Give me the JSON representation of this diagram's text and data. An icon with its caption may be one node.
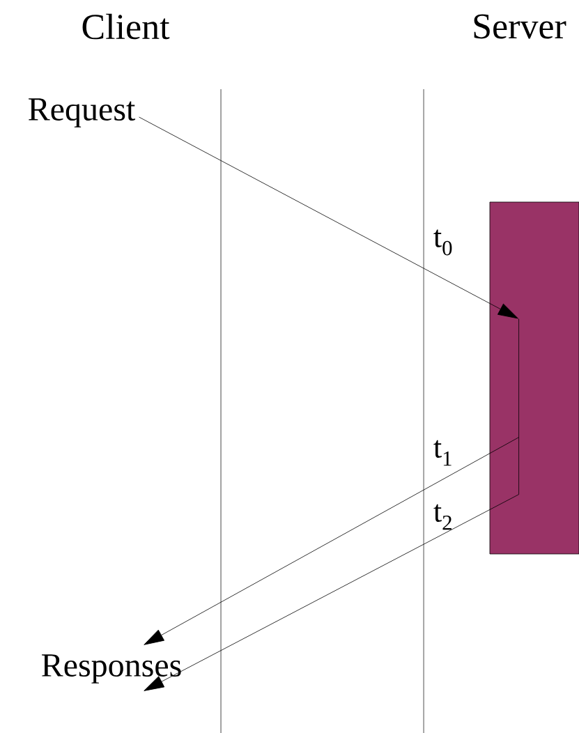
{
  "diagram": {
    "nodes": [
      {
        "text": [
          "Request"
        ]
      },
      {
        "text": [],
        "shape": "box"
      },
      {
        "text": [
          "Responses"
        ]
      }
    ],
    "edges": [
      {
        "from": 0,
        "to": 1,
        "arrow": "to"
      },
      {
        "from": 1,
        "to": 2,
        "arrow": "to"
      },
      {
        "from": 1,
        "to": 2,
        "arrow": "to"
      }
    ],
    "labels": [
      "Client",
      "Server",
      "t$_{0}$",
      "t$_{1}$",
      "t$_{2}$"
    ]
  }
}
